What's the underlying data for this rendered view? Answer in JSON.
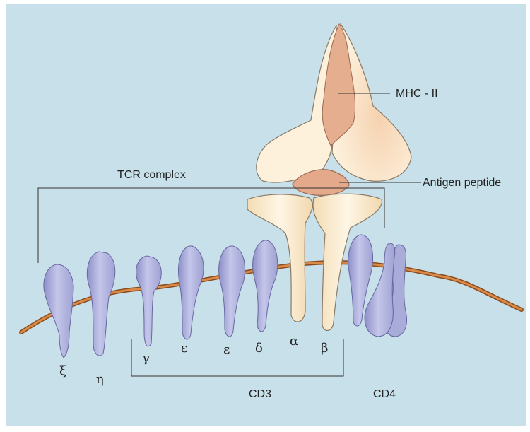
{
  "labels": {
    "mhc": "MHC - II",
    "antigen": "Antigen peptide",
    "tcr": "TCR complex",
    "cd3": "CD3",
    "cd4": "CD4"
  },
  "chains": {
    "xi": "ξ",
    "eta": "η",
    "gamma": "γ",
    "epsilon1": "ε",
    "epsilon2": "ε",
    "delta": "δ",
    "alpha": "α",
    "beta": "β"
  },
  "colors": {
    "background": "#c8e0ea",
    "membrane": "#c46a2c",
    "chain_fill": "#b6b8e0",
    "tcr_fill": "#fbecd2",
    "mhc_fill": "#fdf0d8",
    "peptide_fill": "#e3a98a"
  }
}
